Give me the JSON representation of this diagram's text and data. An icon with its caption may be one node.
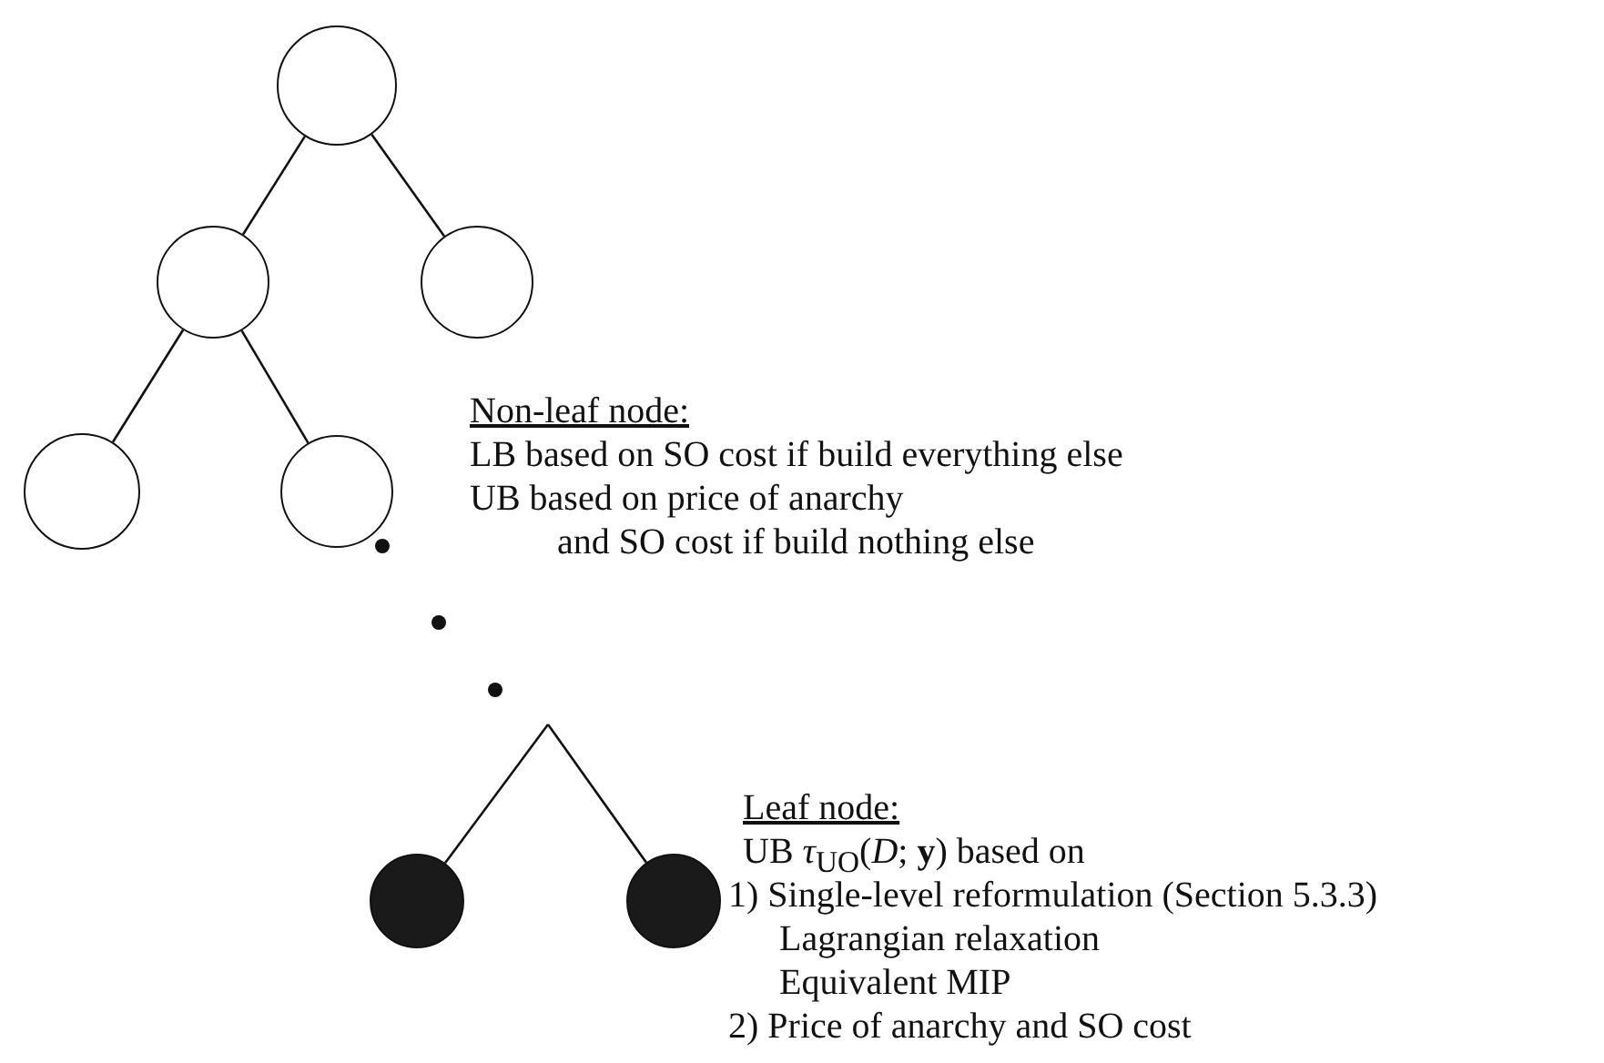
{
  "diagram": {
    "nodes": [
      {
        "text": [],
        "shape": "circle"
      },
      {
        "text": [],
        "shape": "circle"
      },
      {
        "text": [],
        "shape": "circle"
      },
      {
        "text": [],
        "shape": "circle"
      },
      {
        "text": [],
        "shape": "circle"
      },
      {
        "text": [],
        "shape": "circle"
      },
      {
        "text": [],
        "shape": "circle"
      }
    ],
    "edges": [
      {
        "from": 0,
        "to": 1,
        "arrow": "none"
      },
      {
        "from": 0,
        "to": 2,
        "arrow": "none"
      },
      {
        "from": 1,
        "to": 3,
        "arrow": "none"
      },
      {
        "from": 1,
        "to": 4,
        "arrow": "none"
      },
      {
        "from": null,
        "to": 5,
        "arrow": "none"
      },
      {
        "from": null,
        "to": 6,
        "arrow": "none"
      }
    ],
    "labels": [
      "Non-leaf node:",
      "LB based on SO cost if build everything else",
      "UB based on price of anarchy",
      "and SO cost if build nothing else",
      "Leaf node:",
      "UB *τ*$_{UO}$(*D*; **y**) based on",
      "1) Single-level reformulation (Section 5.3.3)",
      "Lagrangian relaxation",
      "Equivalent MIP",
      "2) Price of anarchy and SO cost"
    ]
  }
}
